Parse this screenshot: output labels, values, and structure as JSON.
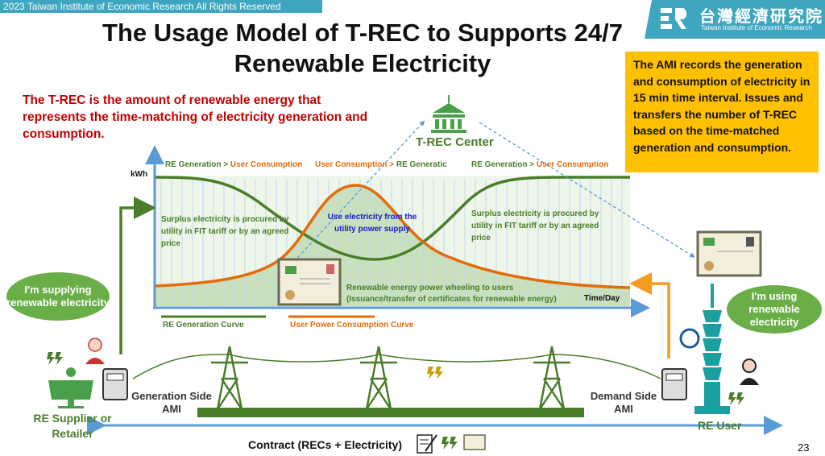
{
  "header": {
    "copyright": "2023 Taiwan Institute of Economic Research All Rights Reserved",
    "logo_cn": "台灣經濟研究院",
    "logo_en": "Taiwan Institute of Economic Research"
  },
  "title": "The Usage Model of T-REC to Supports 24/7 Renewable Electricity",
  "subtitle": "The T-REC is the amount of renewable energy that represents the time-matching of electricity generation and consumption.",
  "ami_note": "The AMI records the generation and consumption of electricity in 15 min time interval. Issues and transfers the number of T-REC based on the time-matched generation and consumption.",
  "trec_center": "T-REC Center",
  "chart": {
    "y_label": "kWh",
    "x_label": "Time/Day",
    "phase1": {
      "a": "RE Generation > ",
      "b": "User Consumption"
    },
    "phase2": {
      "a": "User Consumption > ",
      "b": "RE Generatic"
    },
    "phase3": {
      "a": "RE Generation > ",
      "b": "User Consumption"
    },
    "surplus_left": "Surplus electricity is procured by utility in FIT tariff or by an agreed price",
    "utility": "Use electricity from the utility power supply",
    "surplus_right": "Surplus electricity is procured by utility in FIT tariff or by an agreed price",
    "wheeling": "Renewable energy power wheeling to users",
    "wheeling_sub": "(Issuance/transfer of certificates for renewable energy)",
    "legend_gen": "RE Generation Curve",
    "legend_con": "User Power Consumption Curve",
    "colors": {
      "generation": "#4a7d2a",
      "consumption": "#e36c0a",
      "arrows": "#5b9bd5"
    }
  },
  "supplier": {
    "bubble": "I'm supplying renewable electricity",
    "label": "RE Supplier or Retailer",
    "ami": "Generation Side AMI"
  },
  "user": {
    "bubble": "I'm using renewable electricity",
    "label": "RE User",
    "ami": "Demand Side AMI"
  },
  "contract": "Contract (RECs + Electricity)",
  "page_number": "23"
}
